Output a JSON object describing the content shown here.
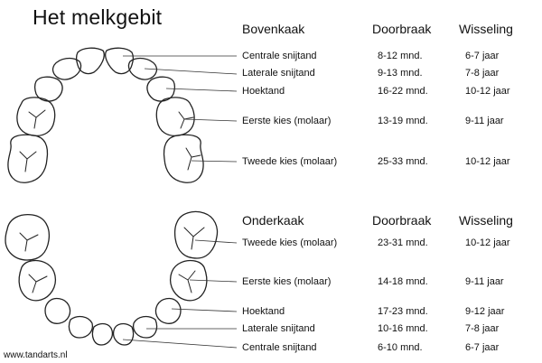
{
  "title": "Het melkgebit",
  "footer": "www.tandarts.nl",
  "upper": {
    "heading": "Bovenkaak",
    "col_eruption": "Doorbraak",
    "col_shedding": "Wisseling",
    "rows": [
      {
        "tooth": "Centrale snijtand",
        "eruption": "8-12 mnd.",
        "shedding": "6-7 jaar"
      },
      {
        "tooth": "Laterale snijtand",
        "eruption": "9-13 mnd.",
        "shedding": "7-8 jaar"
      },
      {
        "tooth": "Hoektand",
        "eruption": "16-22 mnd.",
        "shedding": "10-12 jaar"
      },
      {
        "tooth": "Eerste kies (molaar)",
        "eruption": "13-19 mnd.",
        "shedding": "9-11 jaar"
      },
      {
        "tooth": "Tweede kies (molaar)",
        "eruption": "25-33 mnd.",
        "shedding": "10-12 jaar"
      }
    ]
  },
  "lower": {
    "heading": "Onderkaak",
    "col_eruption": "Doorbraak",
    "col_shedding": "Wisseling",
    "rows": [
      {
        "tooth": "Tweede kies (molaar)",
        "eruption": "23-31 mnd.",
        "shedding": "10-12 jaar"
      },
      {
        "tooth": "Eerste kies (molaar)",
        "eruption": "14-18 mnd.",
        "shedding": "9-11 jaar"
      },
      {
        "tooth": "Hoektand",
        "eruption": "17-23 mnd.",
        "shedding": "9-12 jaar"
      },
      {
        "tooth": "Laterale snijtand",
        "eruption": "10-16 mnd.",
        "shedding": "7-8 jaar"
      },
      {
        "tooth": "Centrale snijtand",
        "eruption": "6-10 mnd.",
        "shedding": "6-7 jaar"
      }
    ]
  }
}
